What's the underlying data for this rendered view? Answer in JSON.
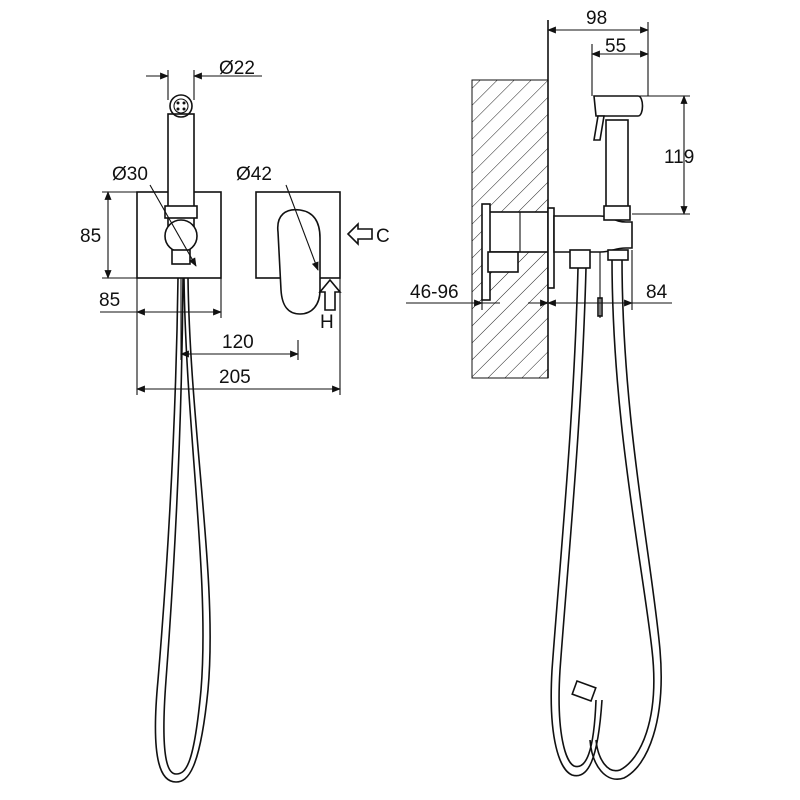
{
  "dimensions": {
    "d22": "Ø22",
    "d30": "Ø30",
    "d42": "Ø42",
    "plate_h": "85",
    "plate_w": "85",
    "spacing": "120",
    "total_w": "205",
    "depth_total": "98",
    "depth_holder": "55",
    "holder_h": "119",
    "wall_range": "46-96",
    "proj": "84"
  },
  "inlets": {
    "cold": "C",
    "hot": "H"
  }
}
